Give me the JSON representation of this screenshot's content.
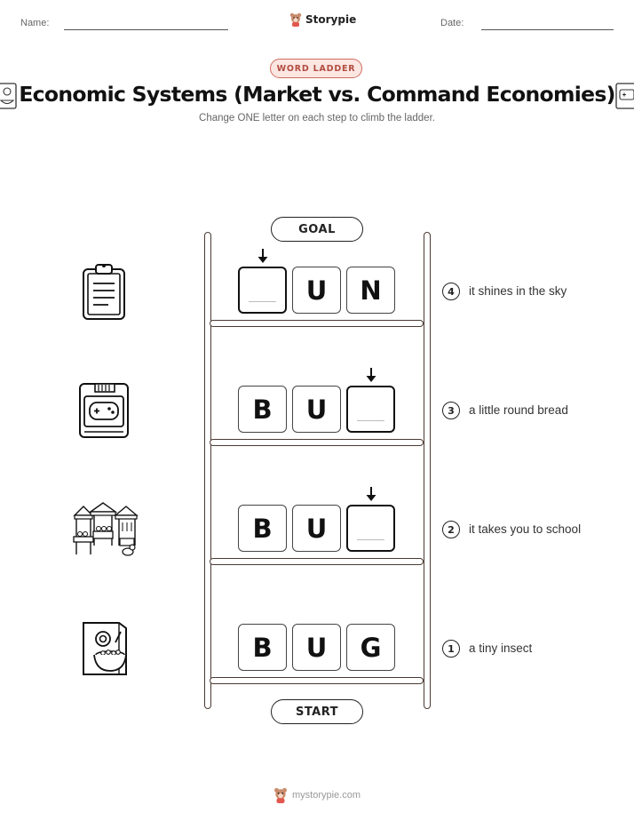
{
  "header": {
    "name_label": "Name:",
    "date_label": "Date:",
    "brand": "Storypie"
  },
  "badge": "WORD LADDER",
  "title": "Economic Systems (Market vs. Command Economies)",
  "subtitle": "Change ONE letter on each step to climb the ladder.",
  "ladder": {
    "goal_label": "GOAL",
    "start_label": "START",
    "rows": [
      {
        "step": "4",
        "clue": "it shines in the sky",
        "letters": [
          "",
          "U",
          "N"
        ],
        "arrow_index": 0,
        "picture": "clipboard-icon"
      },
      {
        "step": "3",
        "clue": "a little round bread",
        "letters": [
          "B",
          "U",
          ""
        ],
        "arrow_index": 2,
        "picture": "game-cartridge-icon"
      },
      {
        "step": "2",
        "clue": "it takes you to school",
        "letters": [
          "B",
          "U",
          ""
        ],
        "arrow_index": 2,
        "picture": "market-stalls-icon"
      },
      {
        "step": "1",
        "clue": "a tiny insect",
        "letters": [
          "B",
          "U",
          "G"
        ],
        "arrow_index": -1,
        "picture": "cereal-box-icon"
      }
    ]
  },
  "footer": {
    "site": "mystorypie.com"
  },
  "colors": {
    "badge_border": "#d36b5e",
    "badge_fill": "#fbe6e2",
    "ladder": "#4a3a33"
  }
}
